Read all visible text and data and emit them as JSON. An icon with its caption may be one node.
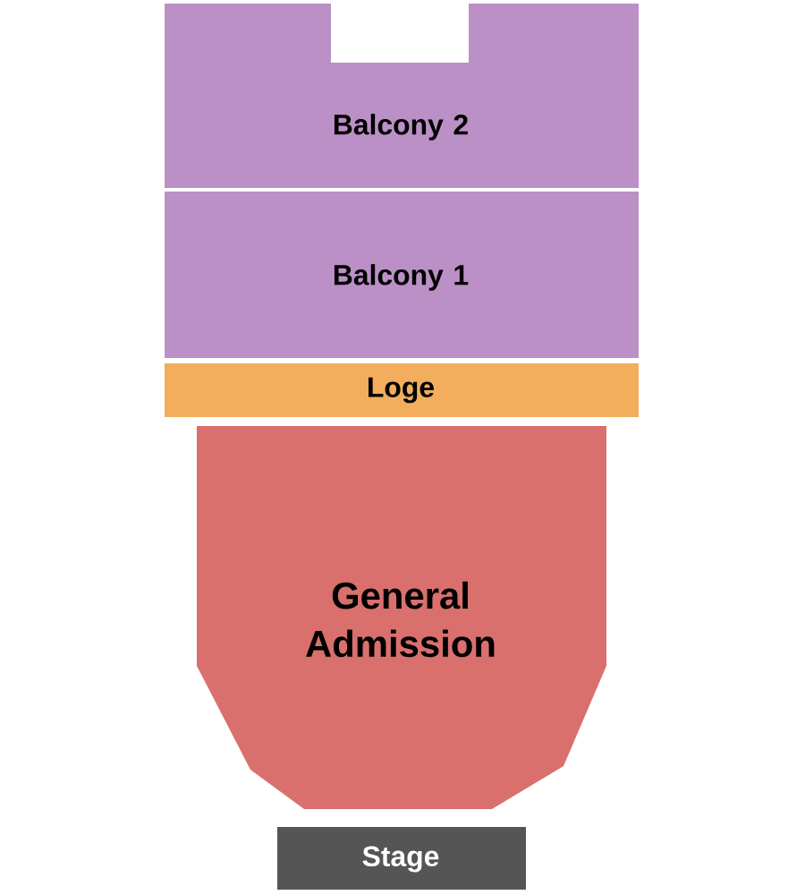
{
  "diagram": {
    "nodes": [
      {
        "text": [
          "Balcony 2"
        ]
      },
      {
        "text": [
          "Balcony 1"
        ]
      },
      {
        "text": [
          "Loge"
        ]
      },
      {
        "text": [
          "General Admission"
        ]
      },
      {
        "text": [
          "Stage"
        ]
      }
    ]
  }
}
